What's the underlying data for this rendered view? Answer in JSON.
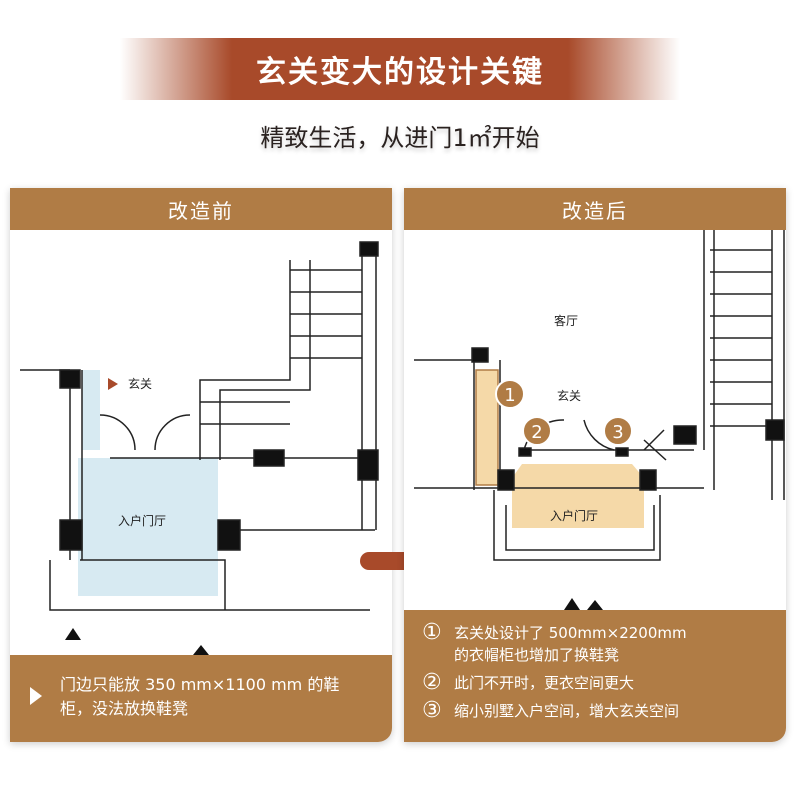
{
  "title": "玄关变大的设计关键",
  "subtitle": "精致生活，从进门1㎡开始",
  "before": {
    "header": "改造前",
    "label_foyer": "玄关",
    "label_hall": "入户门厅",
    "note": "门边只能放 350 mm×1100 mm 的鞋柜，没法放换鞋凳"
  },
  "after": {
    "header": "改造后",
    "label_living": "客厅",
    "label_foyer": "玄关",
    "label_hall": "入户门厅",
    "markers": [
      "1",
      "2",
      "3"
    ],
    "notes": [
      {
        "num": "①",
        "text": "玄关处设计了 500mm×2200mm 的衣帽柜也增加了换鞋凳"
      },
      {
        "num": "②",
        "text": "此门不开时，更衣空间更大"
      },
      {
        "num": "③",
        "text": "缩小别墅入户空间，增大玄关空间"
      }
    ]
  },
  "colors": {
    "banner": "#a84a2a",
    "card": "#b07c45",
    "hall_before": "#d7eaf2",
    "hall_after": "#f5d9a8",
    "arrow": "#a84a2a"
  }
}
